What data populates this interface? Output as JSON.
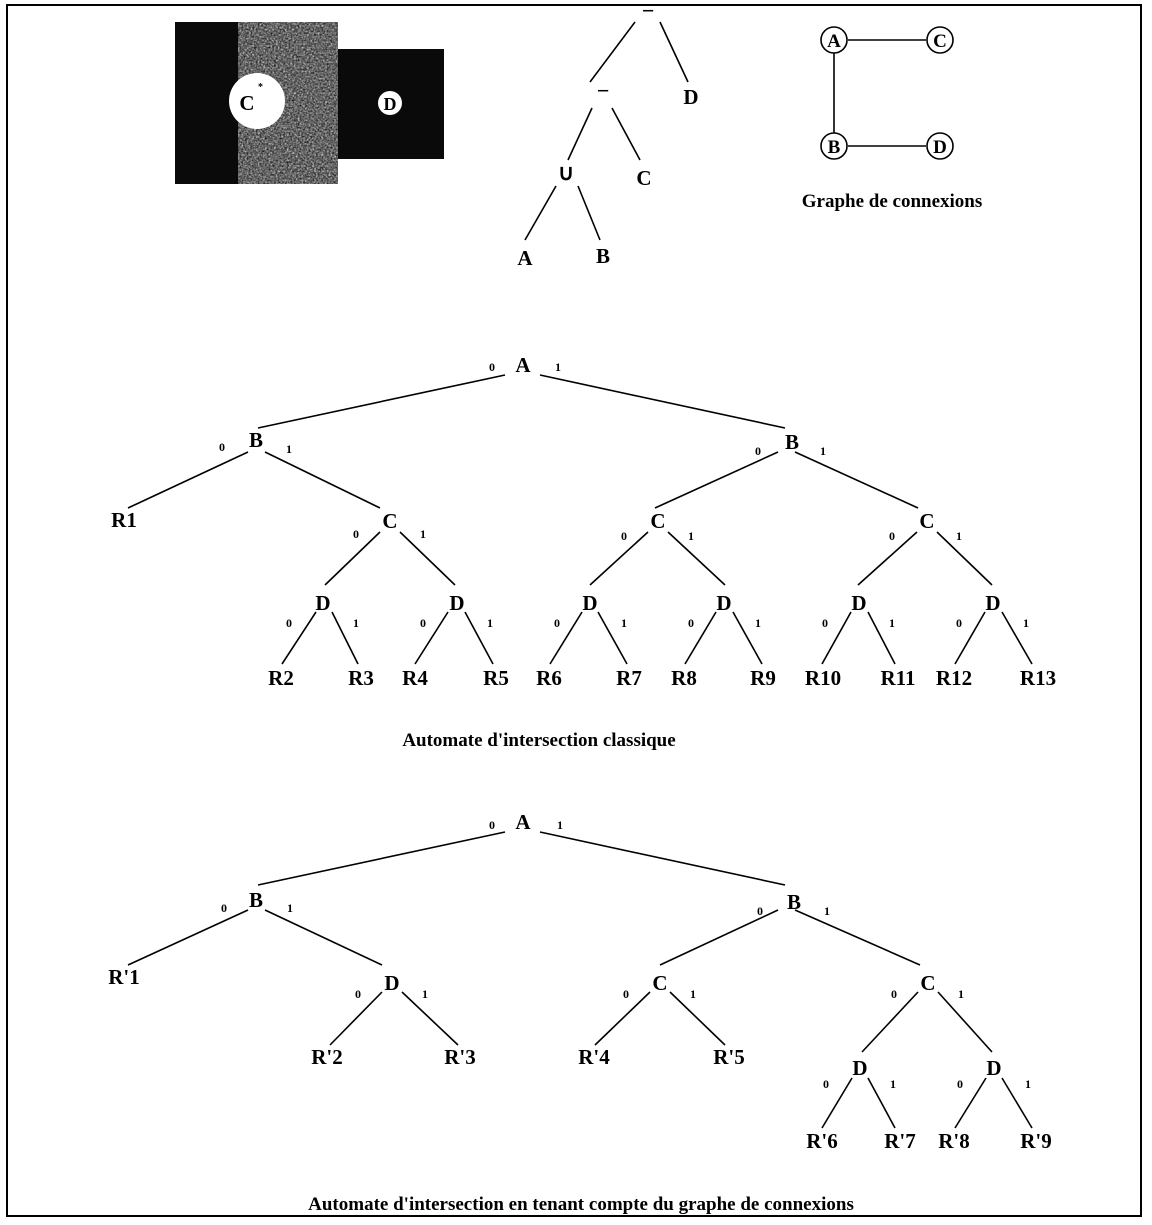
{
  "scene": {
    "regions": {
      "c_label": "C",
      "d_label": "D"
    }
  },
  "expression_tree": {
    "ops": {
      "root": "−",
      "inner": "−",
      "union": "∪"
    },
    "leaves": {
      "a": "A",
      "b": "B",
      "c": "C",
      "d": "D"
    }
  },
  "connection_graph": {
    "nodes": {
      "a": "A",
      "b": "B",
      "c": "C",
      "d": "D"
    },
    "caption": "Graphe de connexions"
  },
  "classic_automaton": {
    "caption": "Automate d'intersection classique",
    "nodes": {
      "a": "A",
      "b": "B",
      "c": "C",
      "d": "D"
    },
    "bits": {
      "zero": "0",
      "one": "1"
    },
    "leaves": [
      "R1",
      "R2",
      "R3",
      "R4",
      "R5",
      "R6",
      "R7",
      "R8",
      "R9",
      "R10",
      "R11",
      "R12",
      "R13"
    ]
  },
  "graph_automaton": {
    "caption": "Automate d'intersection en tenant compte du graphe de connexions",
    "nodes": {
      "a": "A",
      "b": "B",
      "c": "C",
      "d": "D"
    },
    "bits": {
      "zero": "0",
      "one": "1"
    },
    "leaves": [
      "R'1",
      "R'2",
      "R'3",
      "R'4",
      "R'5",
      "R'6",
      "R'7",
      "R'8",
      "R'9"
    ]
  },
  "colors": {
    "ink": "#000000",
    "paper": "#ffffff",
    "scene_dark": "#0a0a0a",
    "scene_noise": "#8a8a8a"
  }
}
